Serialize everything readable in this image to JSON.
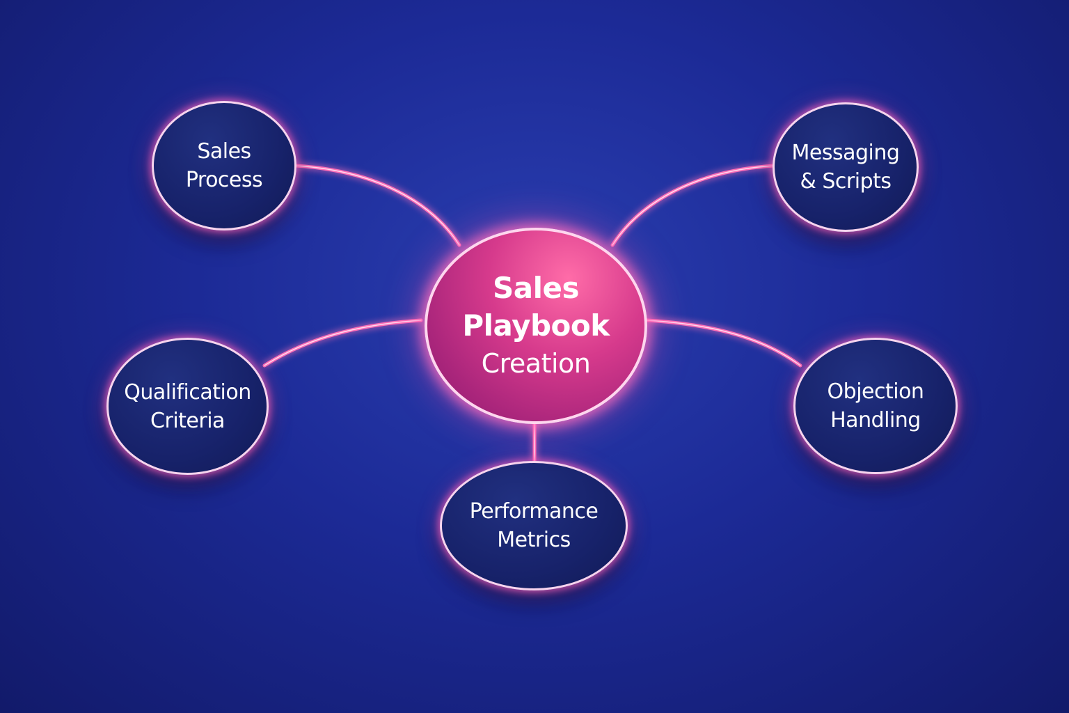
{
  "diagram": {
    "type": "mind-map",
    "colors": {
      "background": "#1c2a96",
      "node_fill": "#17226a",
      "center_fill": "#d63a8c",
      "connector_glow": "#ff6fb8",
      "node_border": "#f7d4ee"
    },
    "center": {
      "line1": "Sales",
      "line2": "Playbook",
      "line3": "Creation"
    },
    "nodes": [
      {
        "id": "sales-process",
        "line1": "Sales",
        "line2": "Process"
      },
      {
        "id": "messaging-scripts",
        "line1": "Messaging",
        "line2": "& Scripts"
      },
      {
        "id": "qualification-criteria",
        "line1": "Qualification",
        "line2": "Criteria"
      },
      {
        "id": "objection-handling",
        "line1": "Objection",
        "line2": "Handling"
      },
      {
        "id": "performance-metrics",
        "line1": "Performance",
        "line2": "Metrics"
      }
    ]
  }
}
